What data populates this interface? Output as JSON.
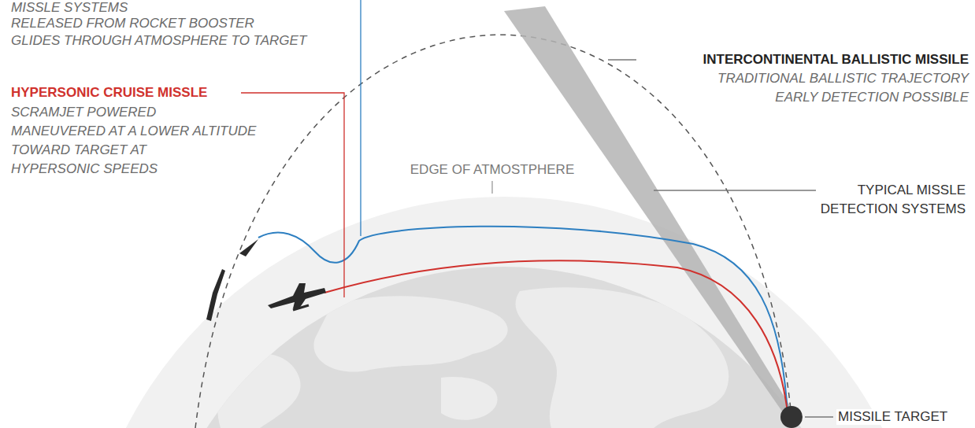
{
  "diagram": {
    "labels": [
      "MISSLE SYSTEMS",
      "RELEASED FROM ROCKET BOOSTER",
      "GLIDES THROUGH ATMOSPHERE TO TARGET",
      "HYPERSONIC CRUISE MISSLE",
      "SCRAMJET POWERED",
      "MANEUVERED AT A LOWER ALTITUDE",
      "TOWARD TARGET AT",
      "HYPERSONIC SPEEDS",
      "INTERCONTINENTAL BALLISTIC MISSILE",
      "TRADITIONAL BALLISTIC TRAJECTORY",
      "EARLY DETECTION POSSIBLE",
      "EDGE OF ATMOSTPHERE",
      "TYPICAL MISSLE",
      "DETECTION SYSTEMS",
      "MISSILE TARGET"
    ]
  }
}
